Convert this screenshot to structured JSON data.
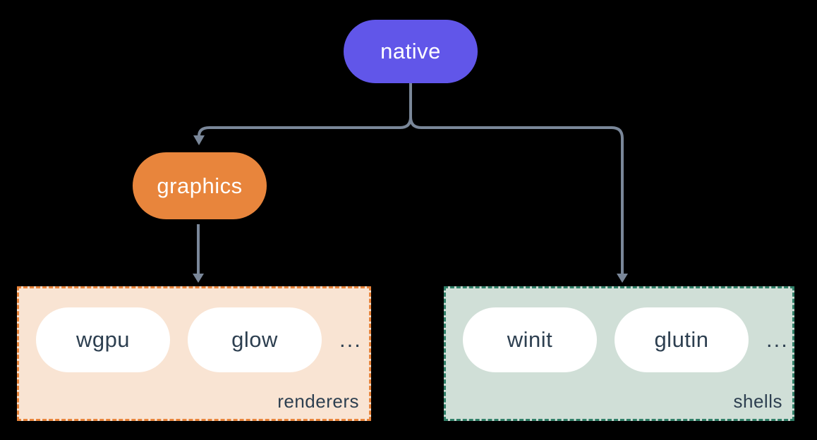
{
  "diagram": {
    "background": "#000000",
    "connector_color": "#7a8799",
    "item_text_color": "#2d3f50",
    "root": {
      "label": "native",
      "color": "#6156e9",
      "text_color": "#ffffff"
    },
    "middle": {
      "label": "graphics",
      "color": "#e8853c",
      "text_color": "#ffffff"
    },
    "groups": [
      {
        "label": "renderers",
        "fill": "#f9e4d3",
        "border": "#e8853c",
        "items": [
          "wgpu",
          "glow"
        ],
        "ellipsis": "..."
      },
      {
        "label": "shells",
        "fill": "#d0dfd7",
        "border": "#318069",
        "items": [
          "winit",
          "glutin"
        ],
        "ellipsis": "..."
      }
    ]
  }
}
